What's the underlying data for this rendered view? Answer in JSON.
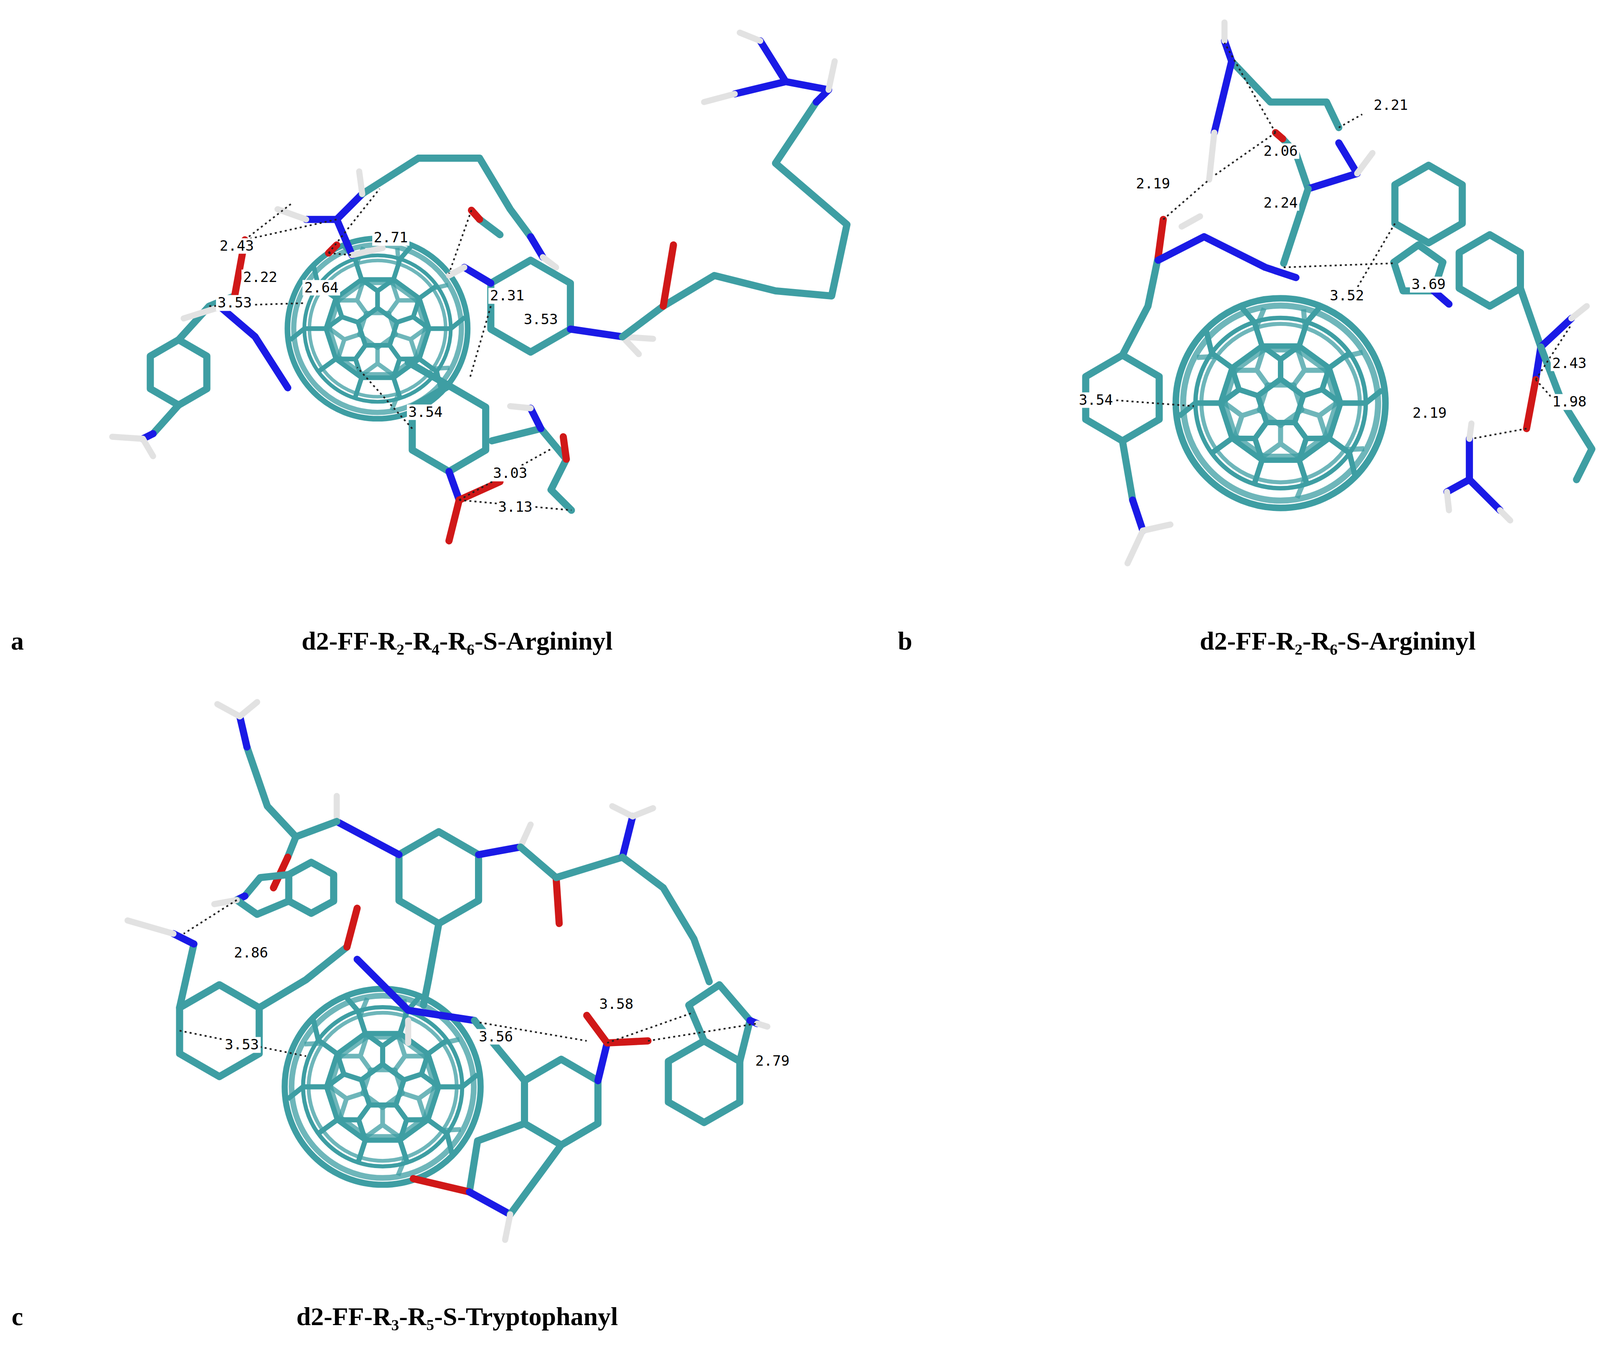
{
  "diagram": {
    "labels": [
      "2.43",
      "2.71",
      "2.22",
      "2.64",
      "2.31",
      "3.53",
      "3.53",
      "3.54",
      "3.03",
      "3.13",
      "2.21",
      "2.06",
      "2.19",
      "2.24",
      "3.69",
      "3.52",
      "2.43",
      "3.54",
      "1.98",
      "2.19",
      "a",
      "d2-FF-R₂-R₄-R₆-S-Argininyl",
      "b",
      "d2-FF-R₂-R₆-S-Argininyl",
      "2.86",
      "3.58",
      "3.56",
      "3.53",
      "2.79",
      "c",
      "d2-FF-R₃-R₅-S-Tryptophanyl"
    ]
  }
}
